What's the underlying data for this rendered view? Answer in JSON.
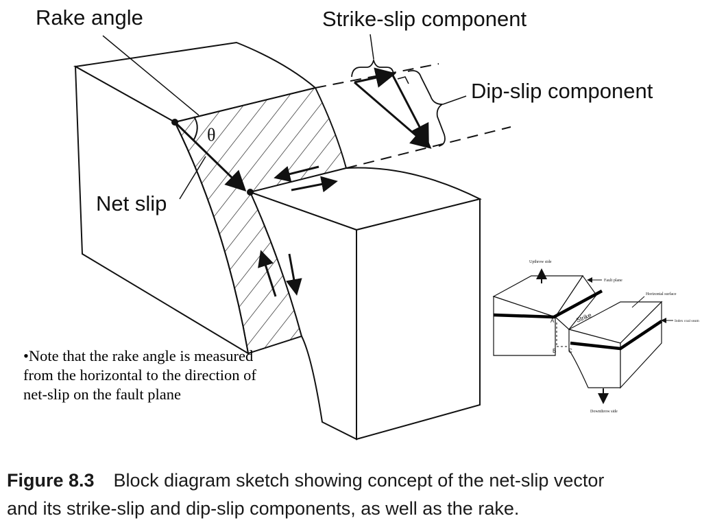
{
  "main_diagram": {
    "rake_angle_label": "Rake angle",
    "theta_label": "θ",
    "net_slip_label": "Net slip",
    "strike_slip_label": "Strike-slip component",
    "dip_slip_label": "Dip-slip component"
  },
  "inset_diagram": {
    "upthrow_label": "Upthrow side",
    "fault_plane_label": "Fault plane",
    "horizontal_surface_label": "Horizontal surface",
    "index_coal_seam_label": "Index coal seam",
    "strike_label": "Strike",
    "point_a": "A",
    "point_b": "B",
    "point_c": "C",
    "downthrow_label": "Downthrow side"
  },
  "note": {
    "text": "•Note that the rake angle is measured from the horizontal to the direction of net-slip on the fault plane"
  },
  "caption": {
    "figure_label": "Figure 8.3",
    "line1": "Block diagram sketch showing concept of the net-slip vector",
    "line2": "and its strike-slip and dip-slip components, as well as the rake."
  }
}
